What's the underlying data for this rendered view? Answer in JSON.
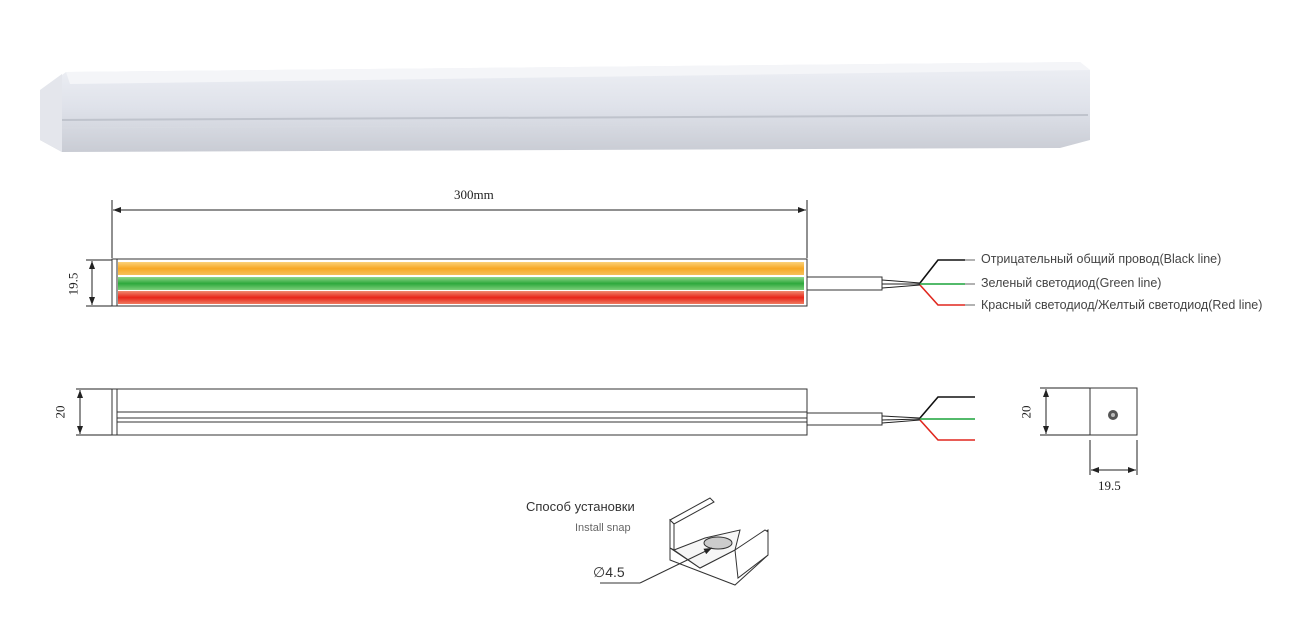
{
  "dimensions": {
    "length": "300mm",
    "height_front": "19.5",
    "height_side": "20",
    "end_height": "20",
    "end_width": "19.5"
  },
  "wires": [
    {
      "label": "Отрицательный общий провод(Black line)",
      "color": "#111111"
    },
    {
      "label": "Зеленый светодиод(Green line)",
      "color": "#1aa33a"
    },
    {
      "label": "Красный светодиод/Желтый светодиод(Red line)",
      "color": "#e0271e"
    }
  ],
  "stripes": {
    "yellow": "#f7a825",
    "green": "#3cb043",
    "red": "#e8362a"
  },
  "install": {
    "title": "Способ установки",
    "subtitle": "Install snap",
    "hole": "∅4.5"
  }
}
